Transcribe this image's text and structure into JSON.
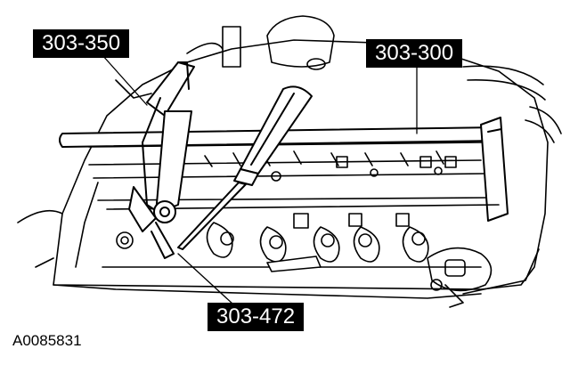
{
  "callouts": {
    "tool_350": "303-350",
    "tool_300": "303-300",
    "tool_472": "303-472"
  },
  "figure_id": "A0085831",
  "colors": {
    "ink": "#000000",
    "paper": "#ffffff",
    "label_bg": "#000000",
    "label_text": "#ffffff"
  }
}
